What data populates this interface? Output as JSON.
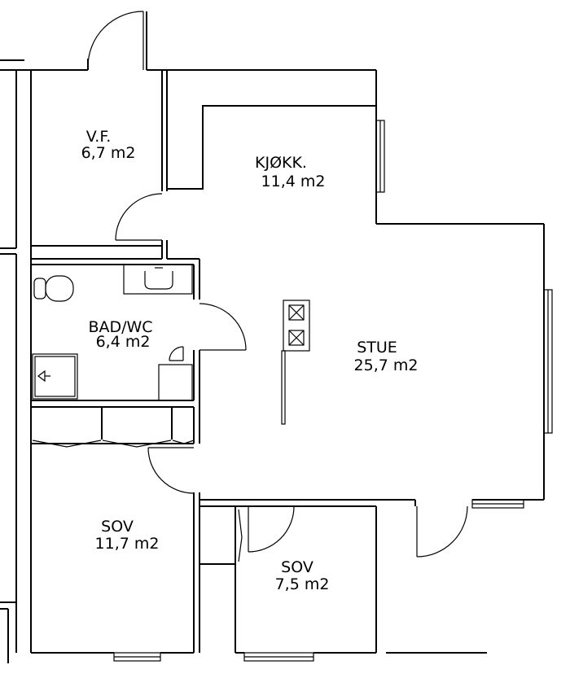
{
  "rooms": {
    "vf": {
      "name": "V.F.",
      "area": "6,7  m2"
    },
    "kitchen": {
      "name": "KJØKK.",
      "area": "11,4  m2"
    },
    "bath": {
      "name": "BAD/WC",
      "area": "6,4  m2"
    },
    "living": {
      "name": "STUE",
      "area": "25,7  m2"
    },
    "bedroom_large": {
      "name": "SOV",
      "area": "11,7  m2"
    },
    "bedroom_small": {
      "name": "SOV",
      "area": "7,5  m2"
    }
  },
  "icons": {
    "toilet": "toilet-icon",
    "sink": "sink-icon",
    "shower": "shower-icon",
    "stove": "stove-icon",
    "door": "door-swing-icon",
    "window": "window-icon"
  },
  "colors": {
    "line": "#000000",
    "background": "#ffffff"
  }
}
